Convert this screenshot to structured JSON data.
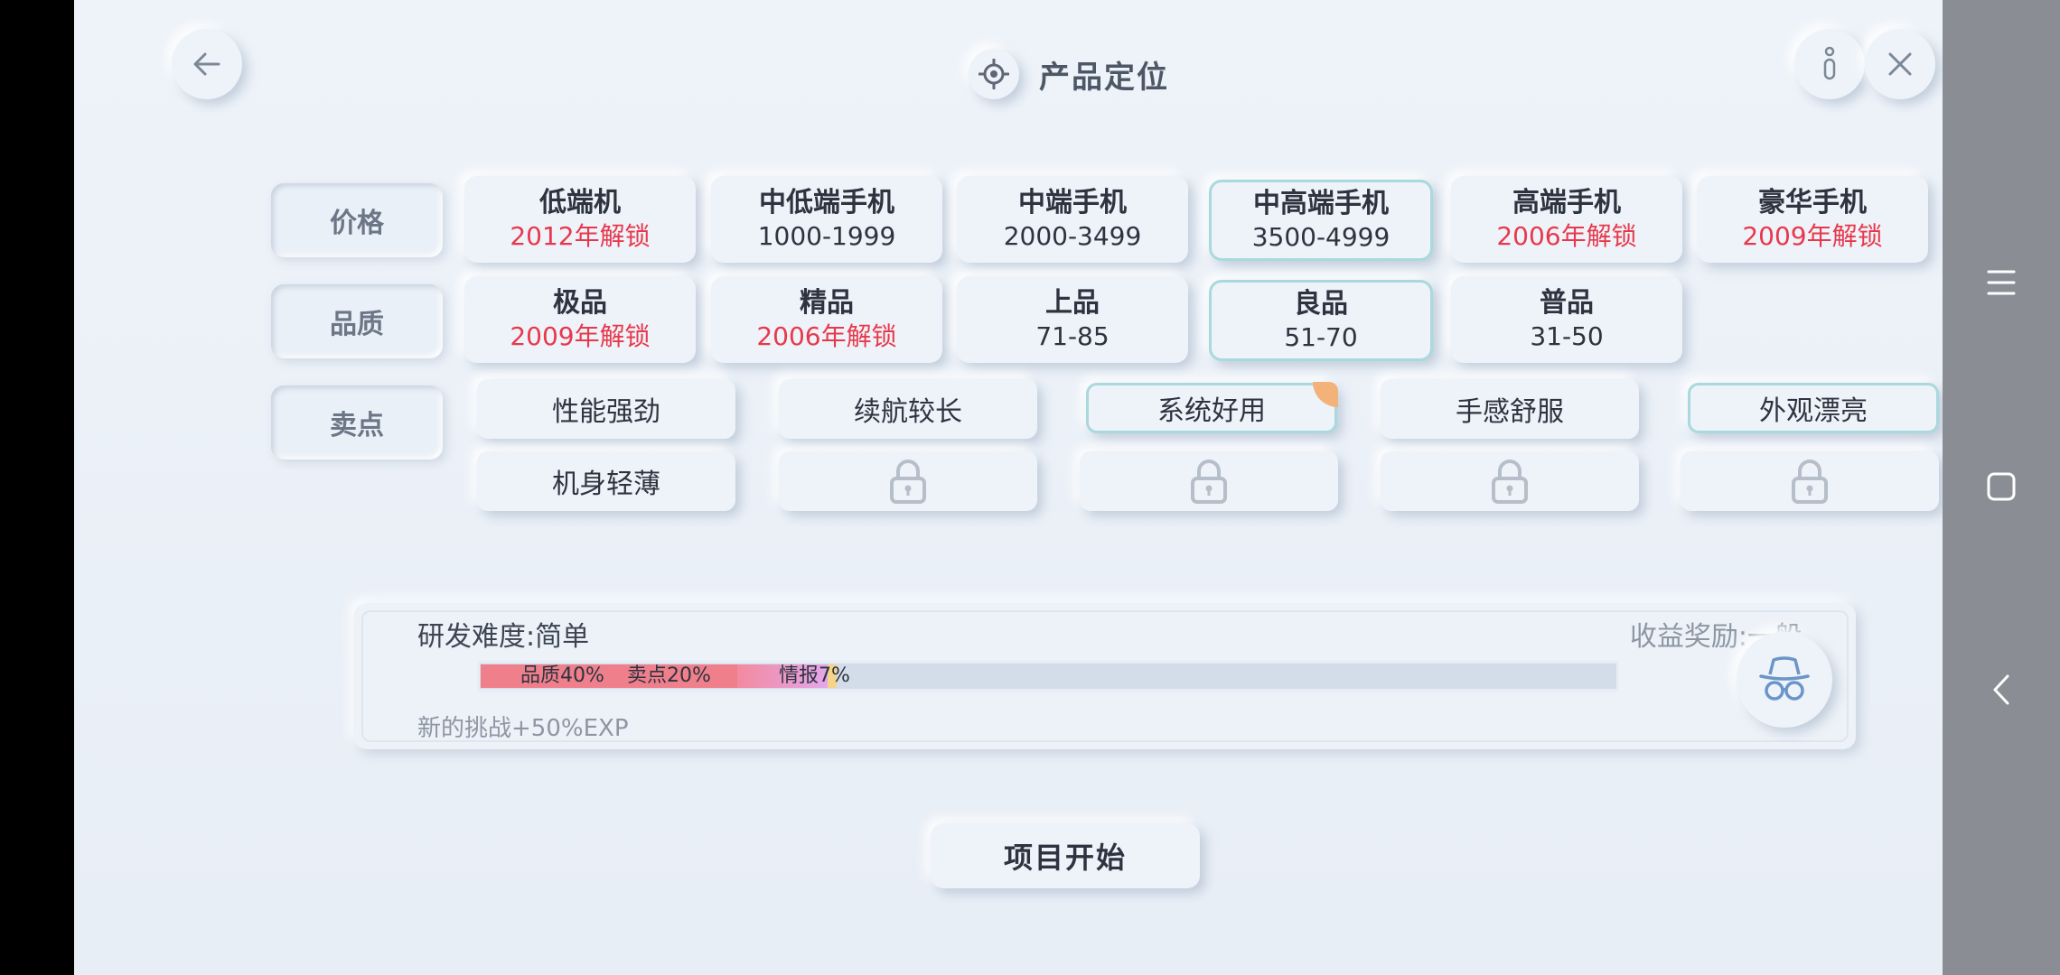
{
  "header": {
    "title": "产品定位",
    "back_icon": "arrow-left-icon",
    "title_icon": "target-icon",
    "info_icon": "info-icon",
    "close_icon": "close-icon"
  },
  "price": {
    "label": "价格",
    "options": [
      {
        "name": "低端机",
        "detail": "2012年解锁",
        "locked": true
      },
      {
        "name": "中低端手机",
        "detail": "1000-1999",
        "locked": false
      },
      {
        "name": "中端手机",
        "detail": "2000-3499",
        "locked": false
      },
      {
        "name": "中高端手机",
        "detail": "3500-4999",
        "locked": false,
        "selected": true
      },
      {
        "name": "高端手机",
        "detail": "2006年解锁",
        "locked": true
      },
      {
        "name": "豪华手机",
        "detail": "2009年解锁",
        "locked": true
      }
    ]
  },
  "quality": {
    "label": "品质",
    "options": [
      {
        "name": "极品",
        "detail": "2009年解锁",
        "locked": true
      },
      {
        "name": "精品",
        "detail": "2006年解锁",
        "locked": true
      },
      {
        "name": "上品",
        "detail": "71-85",
        "locked": false
      },
      {
        "name": "良品",
        "detail": "51-70",
        "locked": false,
        "selected": true
      },
      {
        "name": "普品",
        "detail": "31-50",
        "locked": false
      }
    ]
  },
  "selling_points": {
    "label": "卖点",
    "options": [
      {
        "name": "性能强劲"
      },
      {
        "name": "续航较长"
      },
      {
        "name": "系统好用",
        "selected": true,
        "badge": true
      },
      {
        "name": "手感舒服"
      },
      {
        "name": "外观漂亮",
        "selected": true
      },
      {
        "name": "机身轻薄"
      }
    ],
    "locked_slots": 4,
    "lock_icon": "padlock-icon"
  },
  "summary": {
    "difficulty": "研发难度:简单",
    "reward": "收益奖励:一般",
    "bonus": "新的挑战+50%EXP",
    "bar": {
      "quality_label": "品质40%",
      "selling_label": "卖点20%",
      "intel_label": "情报7%",
      "quality_pct": 40,
      "selling_pct": 20,
      "intel_pct": 7
    },
    "spy_icon": "spy-hat-glasses-icon"
  },
  "start_button": "项目开始",
  "colors": {
    "locked_text": "#e8384c",
    "selected_border": "#a9d9dc",
    "quality_bar": "#f07f8c",
    "selling_bar_start": "#f28aa0",
    "selling_bar_end": "#e4a7ea",
    "intel_bar": "#f5d38a",
    "badge": "#f2b27a"
  },
  "system_nav": {
    "menu_icon": "menu-icon",
    "home_icon": "square-icon",
    "back_icon": "chevron-left-icon"
  }
}
